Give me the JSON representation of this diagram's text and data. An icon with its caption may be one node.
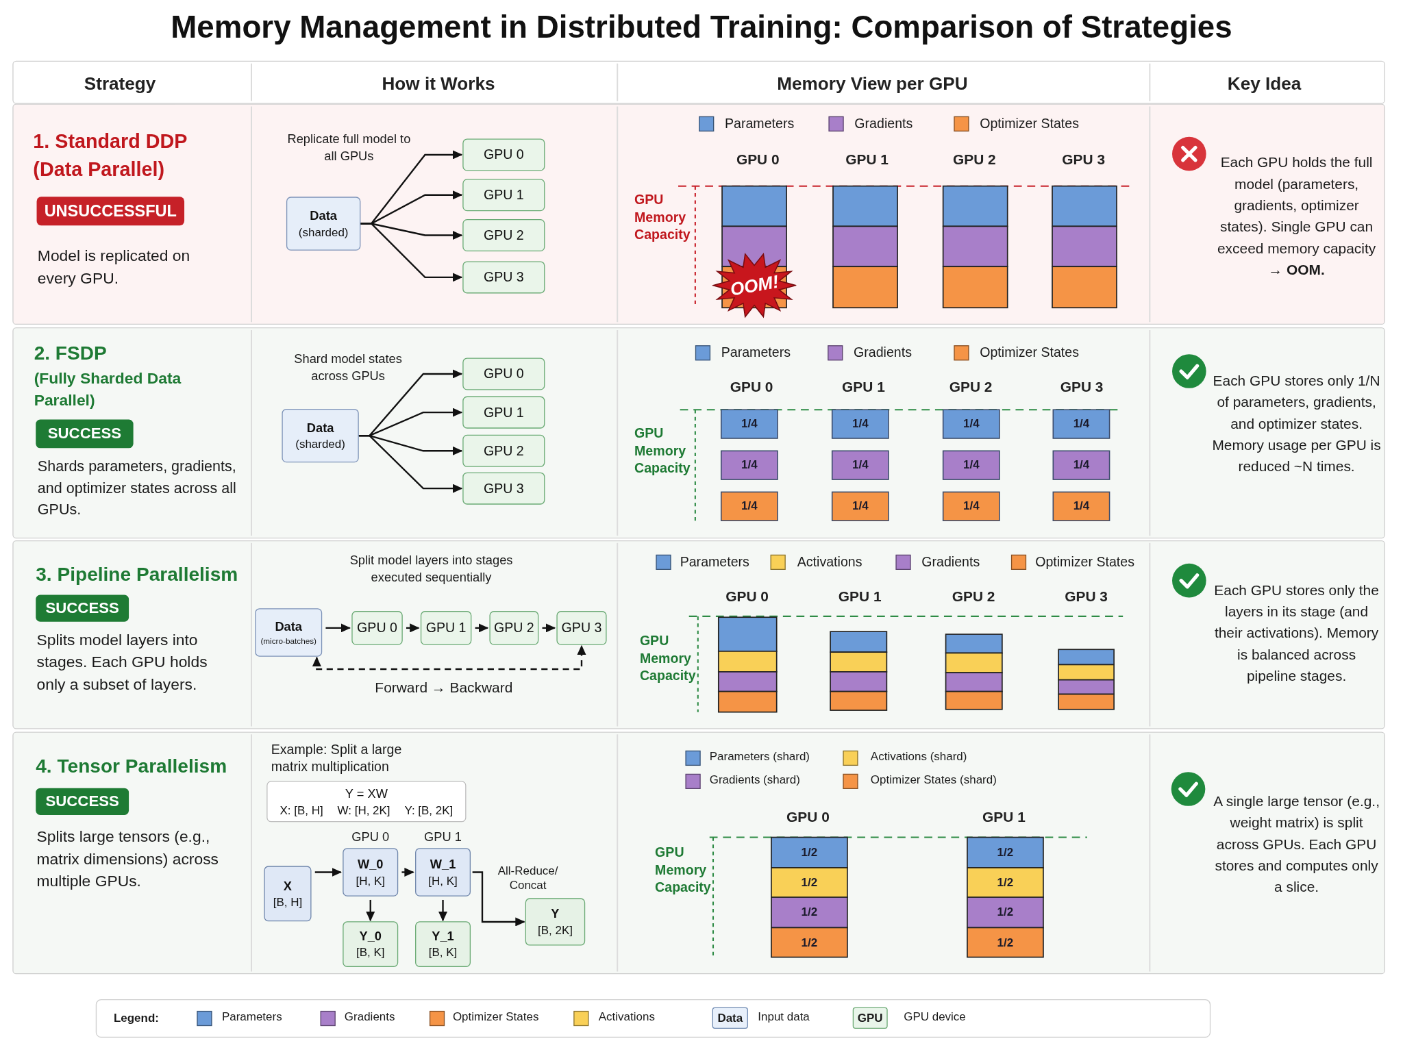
{
  "diagram": {
    "title": "Memory Management in Distributed Training: Comparison of Strategies",
    "nodes": [
      {
        "text": [
          "UNSUCCESSFUL"
        ]
      },
      {
        "text": [
          "Data",
          "(sharded)"
        ]
      },
      {
        "text": [
          "GPU 0"
        ]
      },
      {
        "text": [
          "GPU 1"
        ]
      },
      {
        "text": [
          "GPU 2"
        ]
      },
      {
        "text": [
          "GPU 3"
        ]
      },
      {
        "text": [
          "OOM!"
        ]
      },
      {
        "text": [
          "SUCCESS"
        ]
      },
      {
        "text": [
          "Data",
          "(sharded)"
        ]
      },
      {
        "text": [
          "GPU 0"
        ]
      },
      {
        "text": [
          "GPU 1"
        ]
      },
      {
        "text": [
          "GPU 2"
        ]
      },
      {
        "text": [
          "GPU 3"
        ]
      },
      {
        "text": [
          "SUCCESS"
        ]
      },
      {
        "text": [
          "Data",
          "(micro-batches)"
        ]
      },
      {
        "text": [
          "GPU 0"
        ]
      },
      {
        "text": [
          "GPU 1"
        ]
      },
      {
        "text": [
          "GPU 2"
        ]
      },
      {
        "text": [
          "GPU 3"
        ]
      },
      {
        "text": [
          "SUCCESS"
        ]
      },
      {
        "text": [
          "Y = XW",
          "X: [B, H]",
          "W: [H, 2K]",
          "Y: [B, 2K]"
        ]
      },
      {
        "text": [
          "X",
          "[B, H]"
        ]
      },
      {
        "text": [
          "W_0",
          "[H, K]"
        ],
        "beside": [
          "GPU 0"
        ]
      },
      {
        "text": [
          "W_1",
          "[H, K]"
        ],
        "beside": [
          "GPU 1"
        ]
      },
      {
        "text": [
          "Y_0",
          "[B, K]"
        ]
      },
      {
        "text": [
          "Y_1",
          "[B, K]"
        ]
      },
      {
        "text": [
          "Y",
          "[B, 2K]"
        ]
      }
    ],
    "edges": [
      {
        "from": 1,
        "to": 2,
        "arrow": "to"
      },
      {
        "from": 1,
        "to": 3,
        "arrow": "to"
      },
      {
        "from": 1,
        "to": 4,
        "arrow": "to"
      },
      {
        "from": 1,
        "to": 5,
        "arrow": "to"
      },
      {
        "from": 8,
        "to": 9,
        "arrow": "to"
      },
      {
        "from": 8,
        "to": 10,
        "arrow": "to"
      },
      {
        "from": 8,
        "to": 11,
        "arrow": "to"
      },
      {
        "from": 8,
        "to": 12,
        "arrow": "to"
      },
      {
        "from": 14,
        "to": 15,
        "arrow": "to"
      },
      {
        "from": 15,
        "to": 16,
        "arrow": "to"
      },
      {
        "from": 16,
        "to": 17,
        "arrow": "to"
      },
      {
        "from": 17,
        "to": 18,
        "arrow": "to"
      },
      {
        "from": 21,
        "to": 22,
        "arrow": "to"
      },
      {
        "from": 22,
        "to": 23,
        "arrow": "to"
      },
      {
        "from": 22,
        "to": 24,
        "arrow": "to"
      },
      {
        "from": 23,
        "to": 25,
        "arrow": "to"
      },
      {
        "from": 23,
        "to": 26,
        "arrow": "to",
        "label": "All-Reduce/ Concat"
      },
      {
        "from": 14,
        "to": 18,
        "arrow": "both",
        "style": "dashed",
        "label": "Forward → Backward"
      }
    ],
    "labels": [
      "Strategy",
      "How it Works",
      "Memory View per GPU",
      "Key Idea",
      "1. Standard DDP (Data Parallel)",
      "Model is replicated on every GPU.",
      "Replicate full model to all GPUs",
      "GPU 0",
      "GPU 1",
      "GPU 2",
      "GPU 3",
      "GPU Memory Capacity",
      "Each GPU holds the full model (parameters, gradients, optimizer states). Single GPU can exceed memory capacity → **OOM.**",
      "2. FSDP",
      "(Fully Sharded Data Parallel)",
      "Shards parameters, gradients, and optimizer states across all GPUs.",
      "Shard model states across GPUs",
      "GPU 0",
      "GPU 1",
      "GPU 2",
      "GPU 3",
      "GPU Memory Capacity",
      "1/4",
      "1/4",
      "1/4",
      "1/4",
      "1/4",
      "1/4",
      "1/4",
      "1/4",
      "1/4",
      "1/4",
      "1/4",
      "1/4",
      "Each GPU stores only 1/N of parameters, gradients, and optimizer states. Memory usage per GPU is reduced ~N times.",
      "3. Pipeline Parallelism",
      "Splits model layers into stages. Each GPU holds only a subset of layers.",
      "Split model layers into stages executed sequentially",
      "GPU 0",
      "GPU 1",
      "GPU 2",
      "GPU 3",
      "GPU Memory Capacity",
      "Each GPU stores only the layers in its stage (and their activations). Memory is balanced across pipeline stages.",
      "4. Tensor Parallelism",
      "Splits large tensors (e.g., matrix dimensions) across multiple GPUs.",
      "Example: Split a large matrix multiplication",
      "GPU 0",
      "GPU 1",
      "GPU Memory Capacity",
      "1/2",
      "1/2",
      "1/2",
      "1/2",
      "1/2",
      "1/2",
      "1/2",
      "1/2",
      "A single large tensor (e.g., weight matrix) is split across GPUs. Each GPU stores and computes only a slice.",
      "Legend:",
      "Data",
      "GPU"
    ],
    "legend": [
      {
        "text": "Parameters",
        "color": "#6b9bd8"
      },
      {
        "text": "Gradients",
        "color": "#a87fc9"
      },
      {
        "text": "Optimizer States",
        "color": "#f59446"
      },
      {
        "text": "Parameters",
        "color": "#6b9bd8"
      },
      {
        "text": "Gradients",
        "color": "#a87fc9"
      },
      {
        "text": "Optimizer States",
        "color": "#f59446"
      },
      {
        "text": "Parameters",
        "color": "#6b9bd8"
      },
      {
        "text": "Activations",
        "color": "#f9d057"
      },
      {
        "text": "Gradients",
        "color": "#a87fc9"
      },
      {
        "text": "Optimizer States",
        "color": "#f59446"
      },
      {
        "text": "Parameters (shard)",
        "color": "#6b9bd8"
      },
      {
        "text": "Activations (shard)",
        "color": "#f9d057"
      },
      {
        "text": "Gradients (shard)",
        "color": "#a87fc9"
      },
      {
        "text": "Optimizer States (shard)",
        "color": "#f59446"
      },
      {
        "text": "Parameters",
        "color": "#6b9bd8"
      },
      {
        "text": "Gradients",
        "color": "#a87fc9"
      },
      {
        "text": "Optimizer States",
        "color": "#f59446"
      },
      {
        "text": "Activations",
        "color": "#f9d057"
      },
      {
        "text": "Input data"
      },
      {
        "text": "GPU device"
      }
    ]
  }
}
